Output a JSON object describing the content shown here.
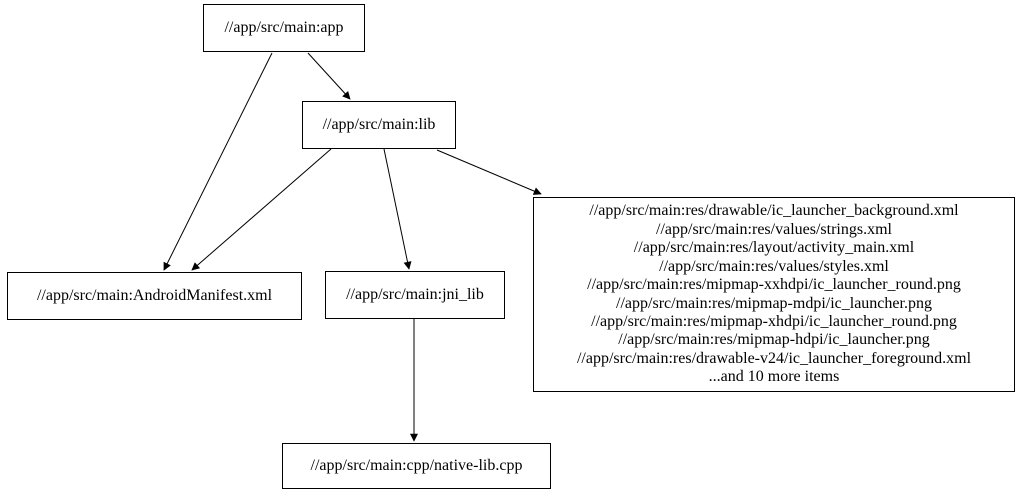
{
  "diagram": {
    "kind": "build-dependency-graph",
    "background_color": "#ffffff",
    "node_border_color": "#000000",
    "text_color": "#000000",
    "nodes": {
      "app": {
        "label": "//app/src/main:app"
      },
      "lib": {
        "label": "//app/src/main:lib"
      },
      "android_manifest": {
        "label": "//app/src/main:AndroidManifest.xml"
      },
      "jni_lib": {
        "label": "//app/src/main:jni_lib"
      },
      "res_files": {
        "lines": [
          "//app/src/main:res/drawable/ic_launcher_background.xml",
          "//app/src/main:res/values/strings.xml",
          "//app/src/main:res/layout/activity_main.xml",
          "//app/src/main:res/values/styles.xml",
          "//app/src/main:res/mipmap-xxhdpi/ic_launcher_round.png",
          "//app/src/main:res/mipmap-mdpi/ic_launcher.png",
          "//app/src/main:res/mipmap-xhdpi/ic_launcher_round.png",
          "//app/src/main:res/mipmap-hdpi/ic_launcher.png",
          "//app/src/main:res/drawable-v24/ic_launcher_foreground.xml",
          "...and 10 more items"
        ]
      },
      "native_lib": {
        "label": "//app/src/main:cpp/native-lib.cpp"
      }
    },
    "edges": [
      {
        "from": "app",
        "to": "lib"
      },
      {
        "from": "app",
        "to": "android_manifest"
      },
      {
        "from": "lib",
        "to": "android_manifest"
      },
      {
        "from": "lib",
        "to": "jni_lib"
      },
      {
        "from": "lib",
        "to": "res_files"
      },
      {
        "from": "jni_lib",
        "to": "native_lib"
      }
    ]
  }
}
